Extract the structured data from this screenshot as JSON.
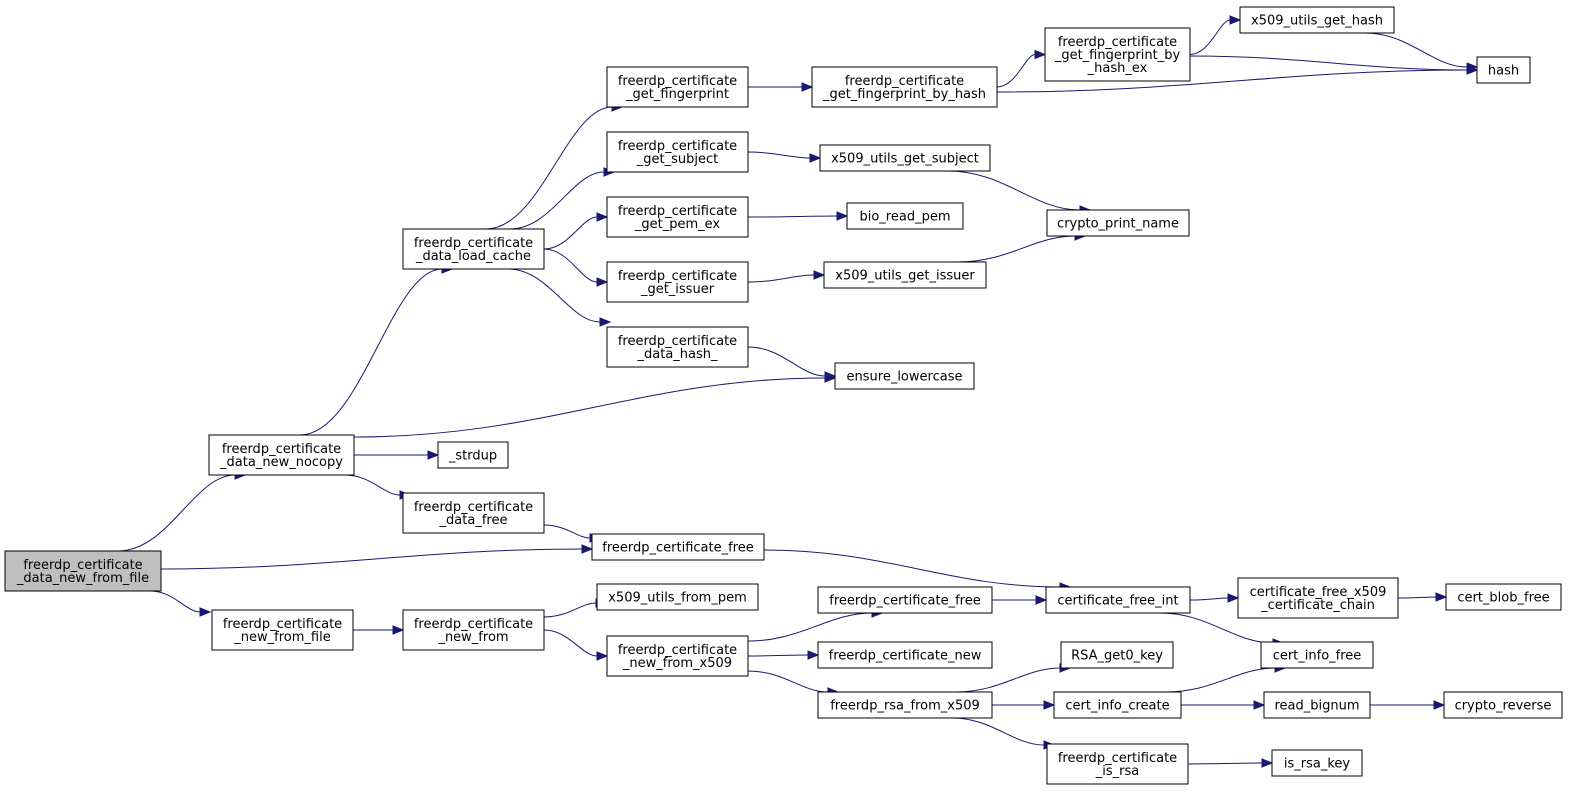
{
  "colors": {
    "edge": "#191970",
    "root_fill": "#bfbfbf",
    "node_fill": "#ffffff",
    "border": "#000000"
  },
  "nodes": [
    {
      "id": "root",
      "lines": [
        "freerdp_certificate",
        "_data_new_from_file"
      ],
      "root": true
    },
    {
      "id": "new_nocopy",
      "lines": [
        "freerdp_certificate",
        "_data_new_nocopy"
      ]
    },
    {
      "id": "new_from_file",
      "lines": [
        "freerdp_certificate",
        "_new_from_file"
      ]
    },
    {
      "id": "load_cache",
      "lines": [
        "freerdp_certificate",
        "_data_load_cache"
      ]
    },
    {
      "id": "strdup",
      "lines": [
        "_strdup"
      ]
    },
    {
      "id": "data_free",
      "lines": [
        "freerdp_certificate",
        "_data_free"
      ]
    },
    {
      "id": "new_from",
      "lines": [
        "freerdp_certificate",
        "_new_from"
      ]
    },
    {
      "id": "get_fingerprint",
      "lines": [
        "freerdp_certificate",
        "_get_fingerprint"
      ]
    },
    {
      "id": "get_subject",
      "lines": [
        "freerdp_certificate",
        "_get_subject"
      ]
    },
    {
      "id": "get_pem_ex",
      "lines": [
        "freerdp_certificate",
        "_get_pem_ex"
      ]
    },
    {
      "id": "get_issuer",
      "lines": [
        "freerdp_certificate",
        "_get_issuer"
      ]
    },
    {
      "id": "data_hash",
      "lines": [
        "freerdp_certificate",
        "_data_hash_"
      ]
    },
    {
      "id": "cert_free_top",
      "lines": [
        "freerdp_certificate_free"
      ]
    },
    {
      "id": "x509_from_pem",
      "lines": [
        "x509_utils_from_pem"
      ]
    },
    {
      "id": "new_from_x509",
      "lines": [
        "freerdp_certificate",
        "_new_from_x509"
      ]
    },
    {
      "id": "fp_by_hash",
      "lines": [
        "freerdp_certificate",
        "_get_fingerprint_by_hash"
      ]
    },
    {
      "id": "x509_get_subject",
      "lines": [
        "x509_utils_get_subject"
      ]
    },
    {
      "id": "bio_read_pem",
      "lines": [
        "bio_read_pem"
      ]
    },
    {
      "id": "x509_get_issuer",
      "lines": [
        "x509_utils_get_issuer"
      ]
    },
    {
      "id": "ensure_lowercase",
      "lines": [
        "ensure_lowercase"
      ]
    },
    {
      "id": "cert_free_bot",
      "lines": [
        "freerdp_certificate_free"
      ]
    },
    {
      "id": "cert_new",
      "lines": [
        "freerdp_certificate_new"
      ]
    },
    {
      "id": "rsa_from_x509",
      "lines": [
        "freerdp_rsa_from_x509"
      ]
    },
    {
      "id": "fp_by_hash_ex",
      "lines": [
        "freerdp_certificate",
        "_get_fingerprint_by",
        "_hash_ex"
      ]
    },
    {
      "id": "crypto_print_name",
      "lines": [
        "crypto_print_name"
      ]
    },
    {
      "id": "cert_free_int",
      "lines": [
        "certificate_free_int"
      ]
    },
    {
      "id": "rsa_get0_key",
      "lines": [
        "RSA_get0_key"
      ]
    },
    {
      "id": "cert_info_create",
      "lines": [
        "cert_info_create"
      ]
    },
    {
      "id": "is_rsa",
      "lines": [
        "freerdp_certificate",
        "_is_rsa"
      ]
    },
    {
      "id": "x509_get_hash",
      "lines": [
        "x509_utils_get_hash"
      ]
    },
    {
      "id": "chain_free",
      "lines": [
        "certificate_free_x509",
        "_certificate_chain"
      ]
    },
    {
      "id": "cert_info_free",
      "lines": [
        "cert_info_free"
      ]
    },
    {
      "id": "read_bignum",
      "lines": [
        "read_bignum"
      ]
    },
    {
      "id": "is_rsa_key",
      "lines": [
        "is_rsa_key"
      ]
    },
    {
      "id": "hash",
      "lines": [
        "hash"
      ]
    },
    {
      "id": "cert_blob_free",
      "lines": [
        "cert_blob_free"
      ]
    },
    {
      "id": "crypto_reverse",
      "lines": [
        "crypto_reverse"
      ]
    }
  ],
  "edges": [
    [
      "root",
      "new_nocopy"
    ],
    [
      "root",
      "cert_free_top"
    ],
    [
      "root",
      "new_from_file"
    ],
    [
      "new_nocopy",
      "load_cache"
    ],
    [
      "new_nocopy",
      "ensure_lowercase"
    ],
    [
      "new_nocopy",
      "strdup"
    ],
    [
      "new_nocopy",
      "data_free"
    ],
    [
      "load_cache",
      "get_fingerprint"
    ],
    [
      "load_cache",
      "get_subject"
    ],
    [
      "load_cache",
      "get_pem_ex"
    ],
    [
      "load_cache",
      "get_issuer"
    ],
    [
      "load_cache",
      "data_hash"
    ],
    [
      "get_fingerprint",
      "fp_by_hash"
    ],
    [
      "fp_by_hash",
      "fp_by_hash_ex"
    ],
    [
      "fp_by_hash",
      "hash"
    ],
    [
      "fp_by_hash_ex",
      "x509_get_hash"
    ],
    [
      "fp_by_hash_ex",
      "hash"
    ],
    [
      "x509_get_hash",
      "hash"
    ],
    [
      "get_subject",
      "x509_get_subject"
    ],
    [
      "x509_get_subject",
      "crypto_print_name"
    ],
    [
      "get_pem_ex",
      "bio_read_pem"
    ],
    [
      "get_issuer",
      "x509_get_issuer"
    ],
    [
      "x509_get_issuer",
      "crypto_print_name"
    ],
    [
      "data_hash",
      "ensure_lowercase"
    ],
    [
      "data_free",
      "cert_free_top"
    ],
    [
      "cert_free_top",
      "cert_free_int"
    ],
    [
      "new_from_file",
      "new_from"
    ],
    [
      "new_from",
      "x509_from_pem"
    ],
    [
      "new_from",
      "new_from_x509"
    ],
    [
      "new_from_x509",
      "cert_free_bot"
    ],
    [
      "new_from_x509",
      "cert_new"
    ],
    [
      "new_from_x509",
      "rsa_from_x509"
    ],
    [
      "cert_free_bot",
      "cert_free_int"
    ],
    [
      "cert_free_int",
      "chain_free"
    ],
    [
      "cert_free_int",
      "cert_info_free"
    ],
    [
      "chain_free",
      "cert_blob_free"
    ],
    [
      "rsa_from_x509",
      "rsa_get0_key"
    ],
    [
      "rsa_from_x509",
      "cert_info_create"
    ],
    [
      "rsa_from_x509",
      "is_rsa"
    ],
    [
      "cert_info_create",
      "cert_info_free"
    ],
    [
      "cert_info_create",
      "read_bignum"
    ],
    [
      "read_bignum",
      "crypto_reverse"
    ],
    [
      "is_rsa",
      "is_rsa_key"
    ]
  ]
}
